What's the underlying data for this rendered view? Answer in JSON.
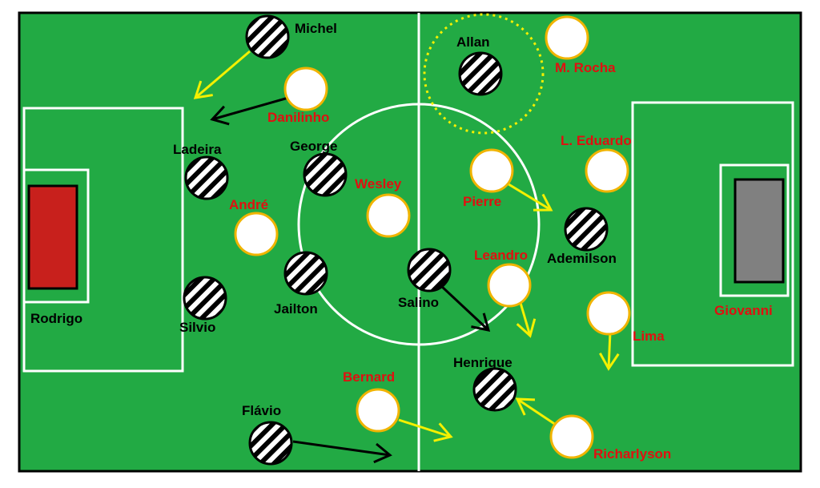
{
  "colors": {
    "pitch": "#22aa44",
    "lines": "#ffffff",
    "border": "#000000",
    "home_keeper": "#c8201c",
    "away_keeper": "#808080",
    "striped_team_stripe": "#000000",
    "striped_team_base": "#ffffff",
    "white_team_fill": "#ffffff",
    "white_team_ring": "#f0b400",
    "label_black": "#000000",
    "label_red": "#e01010",
    "arrow_yellow": "#f4f000",
    "arrow_black": "#000000",
    "highlight_ring": "#f4f000"
  },
  "keepers": {
    "home": {
      "name": "Rodrigo",
      "color_key": "home_keeper"
    },
    "away": {
      "name": "Giovanni",
      "color_key": "away_keeper"
    }
  },
  "players": {
    "striped": [
      {
        "id": "michel",
        "name": "Michel"
      },
      {
        "id": "allan",
        "name": "Allan"
      },
      {
        "id": "ladeira",
        "name": "Ladeira"
      },
      {
        "id": "george",
        "name": "George"
      },
      {
        "id": "silvio",
        "name": "Silvio"
      },
      {
        "id": "jailton",
        "name": "Jailton"
      },
      {
        "id": "salino",
        "name": "Salino"
      },
      {
        "id": "ademilson",
        "name": "Ademilson"
      },
      {
        "id": "henrique",
        "name": "Henrique"
      },
      {
        "id": "flavio",
        "name": "Flávio"
      }
    ],
    "white": [
      {
        "id": "danilinho",
        "name": "Danilinho"
      },
      {
        "id": "m-rocha",
        "name": "M. Rocha"
      },
      {
        "id": "l-eduardo",
        "name": "L. Eduardo"
      },
      {
        "id": "pierre",
        "name": "Pierre"
      },
      {
        "id": "wesley",
        "name": "Wesley"
      },
      {
        "id": "andre",
        "name": "André"
      },
      {
        "id": "leandro",
        "name": "Leandro"
      },
      {
        "id": "lima",
        "name": "Lima"
      },
      {
        "id": "bernard",
        "name": "Bernard"
      },
      {
        "id": "richarlyson",
        "name": "Richarlyson"
      }
    ]
  },
  "highlight": {
    "around": "allan",
    "style": "dotted"
  },
  "arrows": [
    {
      "from": "michel",
      "color": "yellow"
    },
    {
      "from": "danilinho",
      "color": "black"
    },
    {
      "from": "pierre",
      "color": "yellow"
    },
    {
      "from": "salino",
      "color": "black"
    },
    {
      "from": "leandro",
      "color": "yellow"
    },
    {
      "from": "lima",
      "color": "yellow"
    },
    {
      "from": "richarlyson",
      "color": "yellow"
    },
    {
      "from": "bernard",
      "color": "yellow"
    },
    {
      "from": "flavio",
      "color": "black"
    }
  ]
}
